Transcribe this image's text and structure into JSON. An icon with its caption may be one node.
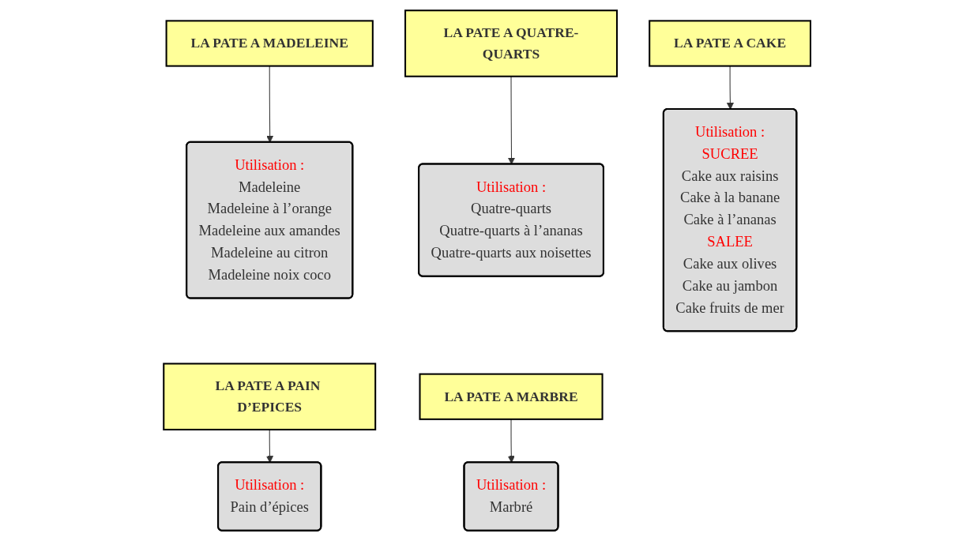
{
  "diagram": {
    "nodes": [
      {
        "text": [
          "LA PATE A MADELEINE"
        ]
      },
      {
        "text": [
          "Utilisation :",
          "Madeleine",
          "Madeleine à l’orange",
          "Madeleine aux amandes",
          "Madeleine au citron",
          "Madeleine noix coco"
        ]
      },
      {
        "text": [
          "LA PATE A QUATRE-QUARTS"
        ]
      },
      {
        "text": [
          "Utilisation :",
          "Quatre-quarts",
          "Quatre-quarts à l’ananas",
          "Quatre-quarts aux noisettes"
        ]
      },
      {
        "text": [
          "LA PATE A CAKE"
        ]
      },
      {
        "text": [
          "Utilisation :",
          "SUCREE",
          "Cake aux raisins",
          "Cake à la banane",
          "Cake à l’ananas",
          "SALEE",
          "Cake aux olives",
          "Cake au jambon",
          "Cake fruits de mer"
        ]
      },
      {
        "text": [
          "LA PATE A PAIN D’EPICES"
        ]
      },
      {
        "text": [
          "Utilisation :",
          "Pain d’épices"
        ]
      },
      {
        "text": [
          "LA PATE A MARBRE"
        ]
      },
      {
        "text": [
          "Utilisation :",
          "Marbré"
        ]
      }
    ],
    "edges": [
      {
        "from": 0,
        "to": 1,
        "arrow": "to"
      },
      {
        "from": 2,
        "to": 3,
        "arrow": "to"
      },
      {
        "from": 4,
        "to": 5,
        "arrow": "to"
      },
      {
        "from": 6,
        "to": 7,
        "arrow": "to"
      },
      {
        "from": 8,
        "to": 9,
        "arrow": "to"
      }
    ]
  }
}
